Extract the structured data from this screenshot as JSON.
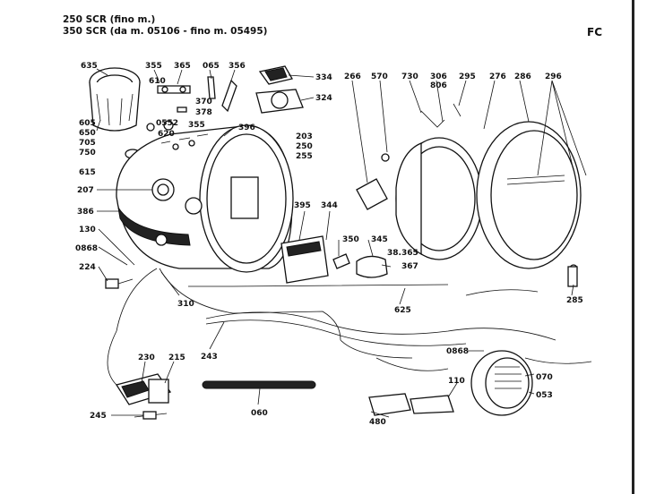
{
  "header": {
    "line1": "250 SCR (fino m.)",
    "line2": "350 SCR (da m. 05106 - fino m. 05495)",
    "code": "FC"
  },
  "labels": {
    "l635": "635",
    "l355a": "355",
    "l365": "365",
    "l065": "065",
    "l356": "356",
    "l610": "610",
    "l370": "370",
    "l378": "378",
    "l0552": "0552",
    "l355b": "355",
    "l620": "620",
    "l605": "605",
    "l650": "650",
    "l705": "705",
    "l750": "750",
    "l615": "615",
    "l396": "396",
    "l334": "334",
    "l324": "324",
    "l266": "266",
    "l570": "570",
    "l730": "730",
    "l306": "306",
    "l806": "806",
    "l295": "295",
    "l276": "276",
    "l286": "286",
    "l296": "296",
    "l203": "203",
    "l250": "250",
    "l255": "255",
    "l207": "207",
    "l386": "386",
    "l395": "395",
    "l344": "344",
    "l130": "130",
    "l0868a": "0868",
    "l224": "224",
    "l350": "350",
    "l345": "345",
    "l38365": "38.365",
    "l367": "367",
    "l310": "310",
    "l625": "625",
    "l285": "285",
    "l243": "243",
    "l0868b": "0868",
    "l230": "230",
    "l215": "215",
    "l110": "110",
    "l070": "070",
    "l053": "053",
    "l060": "060",
    "l245": "245",
    "l480": "480"
  }
}
